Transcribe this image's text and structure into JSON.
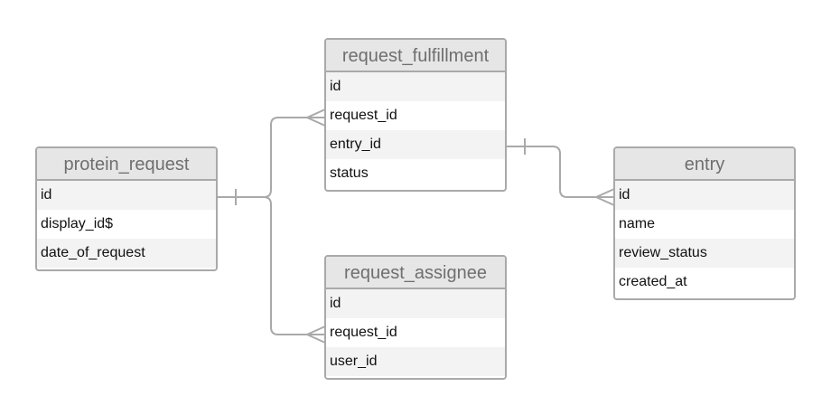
{
  "entities": {
    "protein_request": {
      "title": "protein_request",
      "fields": [
        "id",
        "display_id$",
        "date_of_request"
      ]
    },
    "request_fulfillment": {
      "title": "request_fulfillment",
      "fields": [
        "id",
        "request_id",
        "entry_id",
        "status"
      ]
    },
    "request_assignee": {
      "title": "request_assignee",
      "fields": [
        "id",
        "request_id",
        "user_id"
      ]
    },
    "entry": {
      "title": "entry",
      "fields": [
        "id",
        "name",
        "review_status",
        "created_at"
      ]
    }
  },
  "relationships": [
    {
      "from": "protein_request.id",
      "from_cardinality": "one",
      "to": "request_fulfillment.request_id",
      "to_cardinality": "many"
    },
    {
      "from": "protein_request.id",
      "from_cardinality": "one",
      "to": "request_assignee.request_id",
      "to_cardinality": "many"
    },
    {
      "from": "request_fulfillment.entry_id",
      "from_cardinality": "one",
      "to": "entry.id",
      "to_cardinality": "many"
    }
  ],
  "colors": {
    "border": "#a9a9a9",
    "header_bg": "#e6e6e6",
    "header_text": "#6f6f6f",
    "row_alt": "#f3f3f3",
    "connector": "#a9a9a9"
  }
}
